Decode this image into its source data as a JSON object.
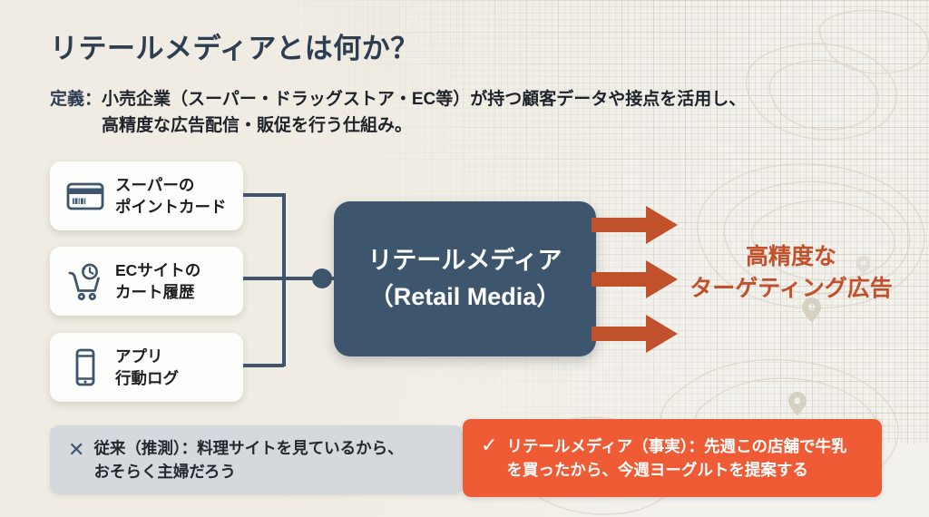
{
  "title": "リテールメディアとは何か？",
  "definition": {
    "label": "定義：",
    "line1": "小売企業（スーパー・ドラッグストア・EC等）が持つ顧客データや接点を活用し、",
    "line2": "高精度な広告配信・販促を行う仕組み。"
  },
  "sources": [
    {
      "icon": "point-card-icon",
      "line1": "スーパーの",
      "line2": "ポイントカード"
    },
    {
      "icon": "cart-history-icon",
      "line1": "ECサイトの",
      "line2": "カート履歴"
    },
    {
      "icon": "smartphone-icon",
      "line1": "アプリ",
      "line2": "行動ログ"
    }
  ],
  "center_box": {
    "line1": "リテールメディア",
    "line2": "（Retail Media）"
  },
  "output_label": {
    "line1": "高精度な",
    "line2": "ターゲティング広告"
  },
  "comparison": {
    "legacy": {
      "mark": "✕",
      "line1": "従来（推測）：料理サイトを見ているから、",
      "line2": "おそらく主婦だろう"
    },
    "retail": {
      "mark": "✓",
      "line1": "リテールメディア（事実）：先週この店舗で牛乳",
      "line2": "を買ったから、今週ヨーグルトを提案する"
    }
  },
  "colors": {
    "navy": "#2d3e50",
    "slate": "#3d566e",
    "rust": "#c0512b",
    "orange": "#ee5b35",
    "bg": "#f0ece3",
    "gray-box": "#d5d9de",
    "text-dark": "#1e232b",
    "white-box": "#fdfdfb"
  }
}
